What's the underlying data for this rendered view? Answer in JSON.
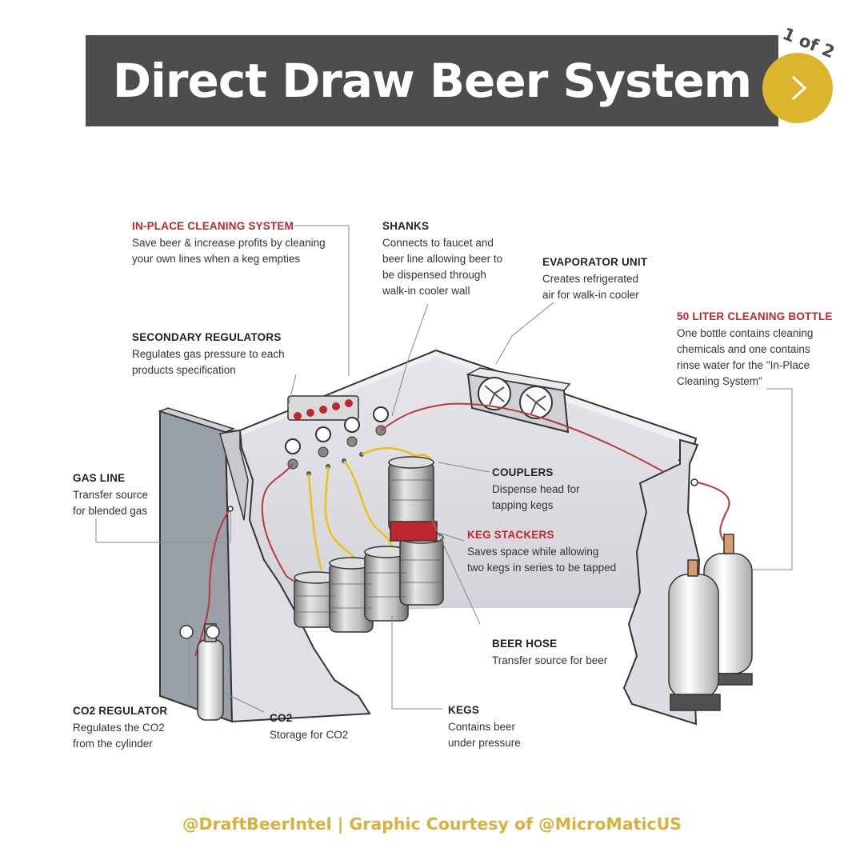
{
  "header": {
    "title": "Direct Draw Beer System"
  },
  "pager": {
    "counter": "1 of 2",
    "next_icon": "chevron-right-icon",
    "accent": "#dcb52e"
  },
  "callouts": {
    "in_place_cleaning": {
      "heading": "IN-PLACE CLEANING SYSTEM",
      "lines": [
        "Save beer & increase profits by cleaning",
        "your own lines when a keg empties"
      ]
    },
    "shanks": {
      "heading": "SHANKS",
      "lines": [
        "Connects to faucet and",
        "beer line allowing beer to",
        "be dispensed through",
        "walk-in cooler wall"
      ]
    },
    "evaporator": {
      "heading": "EVAPORATOR UNIT",
      "lines": [
        "Creates refrigerated",
        "air for walk-in cooler"
      ]
    },
    "cleaning_bottle": {
      "heading": "50 LITER CLEANING BOTTLE",
      "lines": [
        "One bottle contains cleaning",
        "chemicals and one contains",
        "rinse water for the \"In-Place",
        "Cleaning System\""
      ]
    },
    "secondary_regulators": {
      "heading": "SECONDARY REGULATORS",
      "lines": [
        "Regulates gas pressure to each",
        "products specification"
      ]
    },
    "gas_line": {
      "heading": "GAS LINE",
      "lines": [
        "Transfer source",
        "for blended gas"
      ]
    },
    "couplers": {
      "heading": "COUPLERS",
      "lines": [
        "Dispense head for",
        "tapping kegs"
      ]
    },
    "keg_stackers": {
      "heading": "KEG STACKERS",
      "lines": [
        "Saves space while allowing",
        "two kegs in series to be tapped"
      ]
    },
    "beer_hose": {
      "heading": "BEER HOSE",
      "lines": [
        "Transfer source for beer"
      ]
    },
    "co2_regulator": {
      "heading": "CO2 REGULATOR",
      "lines": [
        "Regulates the CO2",
        "from the cylinder"
      ]
    },
    "co2": {
      "heading": "CO2",
      "lines": [
        "Storage for CO2"
      ]
    },
    "kegs": {
      "heading": "KEGS",
      "lines": [
        "Contains beer",
        "under pressure"
      ]
    }
  },
  "footer": {
    "credit": "@DraftBeerIntel | Graphic Courtesy of @MicroMaticUS"
  },
  "colors": {
    "title_bg": "#4d4d4d",
    "red_heading": "#c0272d",
    "beer_line": "#e8c21c",
    "gas_line": "#b83a3a",
    "footer_text": "#d6b13c"
  }
}
